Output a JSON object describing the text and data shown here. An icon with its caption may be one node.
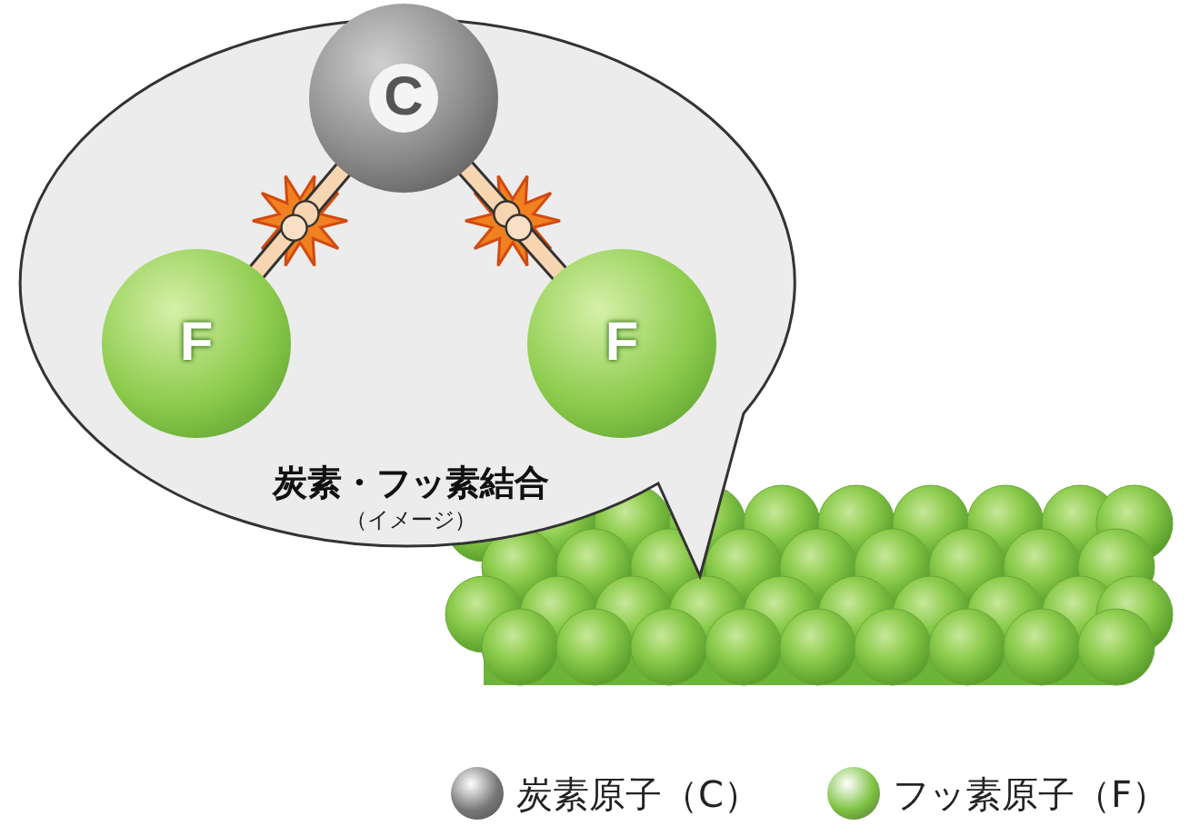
{
  "diagram": {
    "nodes": [
      {
        "text": [
          "炭素・フッ素結合",
          "（イメージ）"
        ]
      },
      {
        "text": [
          "C"
        ],
        "in": 0
      },
      {
        "text": [
          "F"
        ],
        "in": 0
      },
      {
        "text": [
          "F"
        ],
        "in": 0
      }
    ],
    "edges": [
      {
        "from": 1,
        "to": 2,
        "arrow": "none"
      },
      {
        "from": 1,
        "to": 3,
        "arrow": "none"
      }
    ],
    "legend": [
      {
        "text": "炭素原子（C）",
        "color": "#777777"
      },
      {
        "text": "フッ素原子（F）",
        "color": "#7dc242"
      }
    ]
  }
}
